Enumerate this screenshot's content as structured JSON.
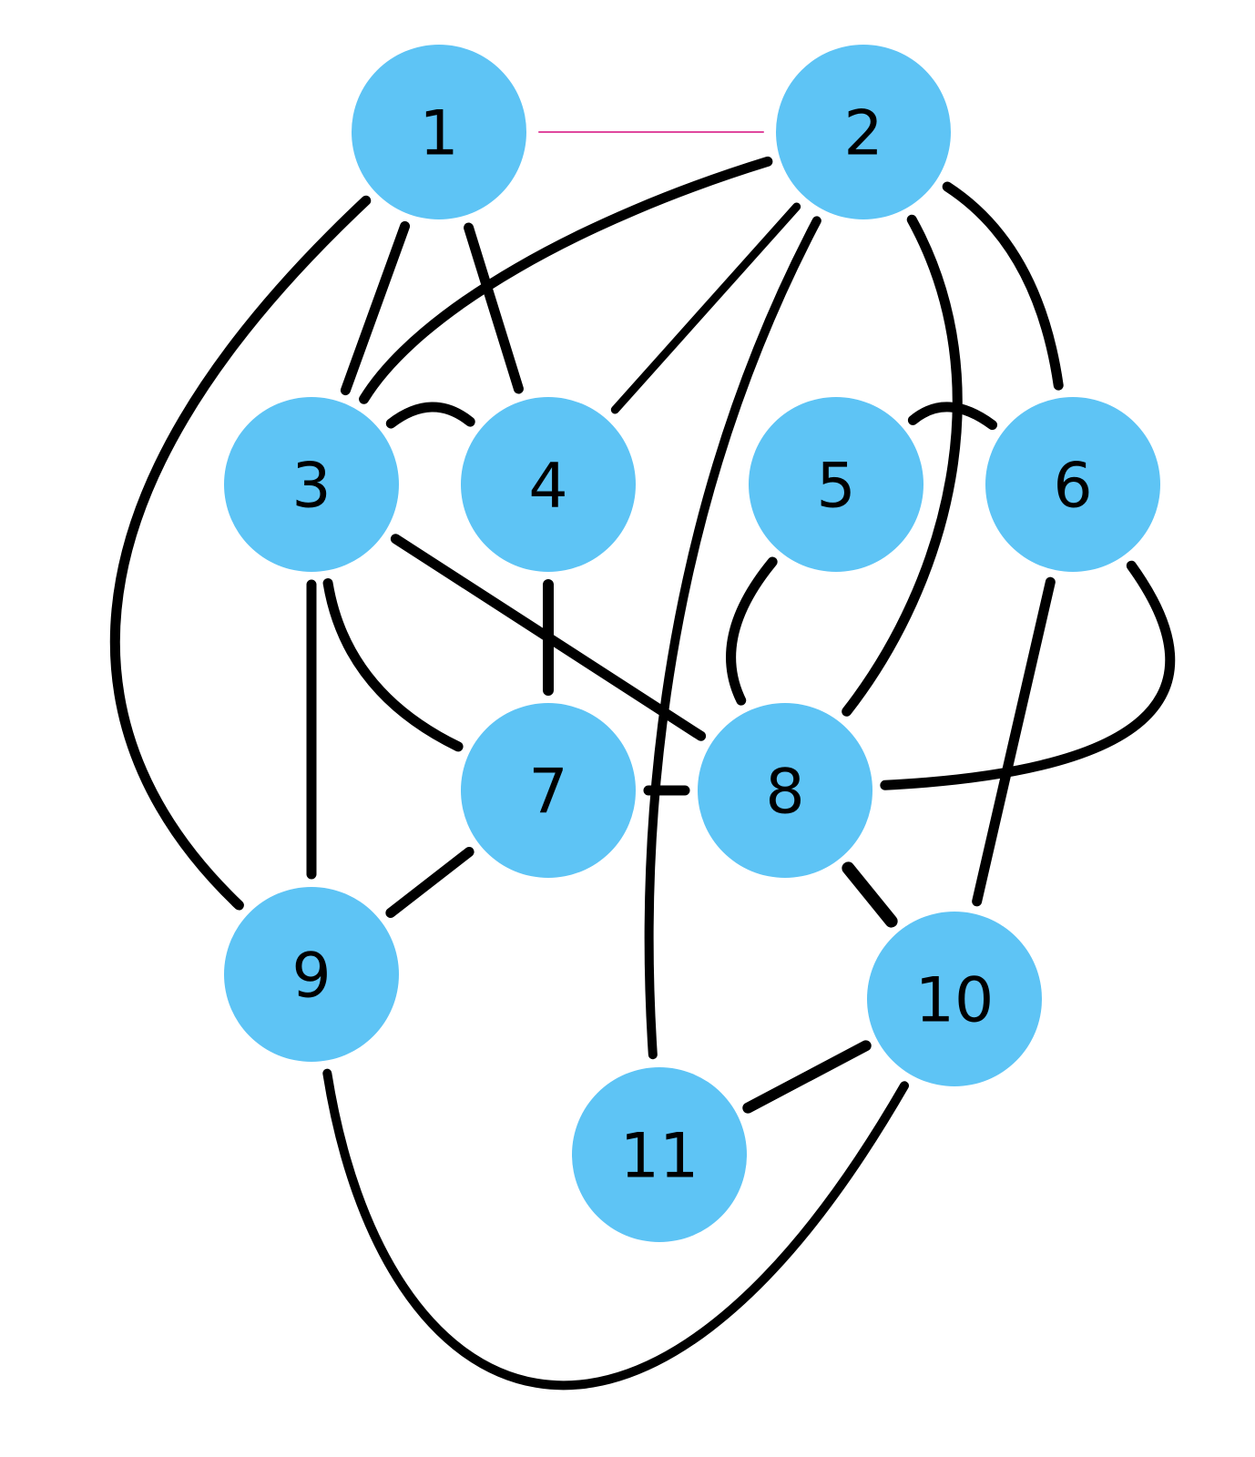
{
  "graph": {
    "node_color": "#5ec4f5",
    "edge_color": "#000000",
    "highlight_edge_color": "#e0489e",
    "label_color": "#000000",
    "nodes": [
      {
        "id": "1",
        "label": "1"
      },
      {
        "id": "2",
        "label": "2"
      },
      {
        "id": "3",
        "label": "3"
      },
      {
        "id": "4",
        "label": "4"
      },
      {
        "id": "5",
        "label": "5"
      },
      {
        "id": "6",
        "label": "6"
      },
      {
        "id": "7",
        "label": "7"
      },
      {
        "id": "8",
        "label": "8"
      },
      {
        "id": "9",
        "label": "9"
      },
      {
        "id": "10",
        "label": "10"
      },
      {
        "id": "11",
        "label": "11"
      }
    ],
    "edges": [
      {
        "from": "1",
        "to": "2",
        "highlight": true
      },
      {
        "from": "1",
        "to": "3"
      },
      {
        "from": "1",
        "to": "4"
      },
      {
        "from": "1",
        "to": "9"
      },
      {
        "from": "2",
        "to": "3"
      },
      {
        "from": "2",
        "to": "4"
      },
      {
        "from": "2",
        "to": "6"
      },
      {
        "from": "2",
        "to": "8"
      },
      {
        "from": "2",
        "to": "11"
      },
      {
        "from": "3",
        "to": "4"
      },
      {
        "from": "3",
        "to": "7"
      },
      {
        "from": "3",
        "to": "8"
      },
      {
        "from": "3",
        "to": "9"
      },
      {
        "from": "4",
        "to": "7"
      },
      {
        "from": "5",
        "to": "6"
      },
      {
        "from": "5",
        "to": "8"
      },
      {
        "from": "6",
        "to": "8"
      },
      {
        "from": "6",
        "to": "10"
      },
      {
        "from": "7",
        "to": "8"
      },
      {
        "from": "7",
        "to": "9"
      },
      {
        "from": "8",
        "to": "10"
      },
      {
        "from": "9",
        "to": "10"
      },
      {
        "from": "10",
        "to": "11"
      }
    ]
  }
}
